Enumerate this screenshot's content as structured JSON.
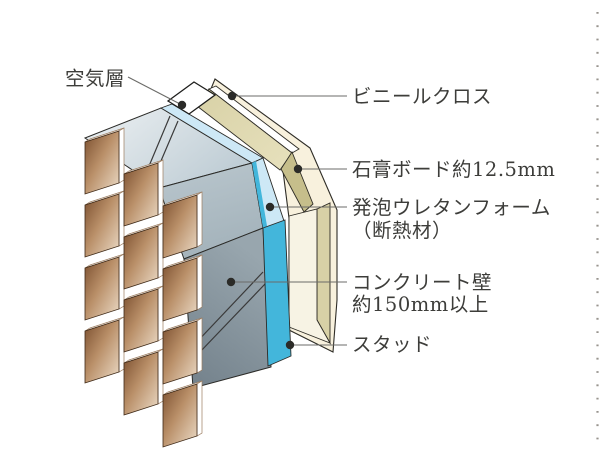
{
  "diagram": {
    "type": "wall-section-isometric",
    "labels": {
      "air_layer": "空気層",
      "vinyl_cloth": "ビニールクロス",
      "gypsum_board": "石膏ボード約12.5mm",
      "urethane_foam": "発泡ウレタンフォーム",
      "urethane_foam_note": "（断熱材）",
      "concrete_wall_line1": "コンクリート壁",
      "concrete_wall_line2": "約150mm以上",
      "stud": "スタッド"
    },
    "colors": {
      "background": "#ffffff",
      "brick_dark": "#7a4e2e",
      "brick_mid": "#b98f68",
      "brick_light": "#ecdcc8",
      "brick_edge_white": "#ffffff",
      "concrete_top_light": "#edf1f3",
      "concrete_top_dark": "#bfcdd5",
      "concrete_slant_light": "#bac7ce",
      "concrete_slant_dark": "#a4b3bb",
      "concrete_front_light": "#98a6ae",
      "concrete_front_dark": "#72808a",
      "foam_pale": "#cde8f6",
      "foam_cyan": "#43b6db",
      "gypsum_khaki_light": "#e7e1bd",
      "gypsum_khaki": "#d8d1a6",
      "gypsum_khaki_dark": "#c6be8b",
      "gypsum_front_cream": "#f7f3e4",
      "vinyl_cream": "#f8f1dd",
      "air_white": "#ffffff",
      "outline": "#2b2b28",
      "leader_line": "#6b6b68",
      "dot": "#2b2b28",
      "text": "#3d3d3a",
      "border_dots": "#98948e"
    }
  }
}
